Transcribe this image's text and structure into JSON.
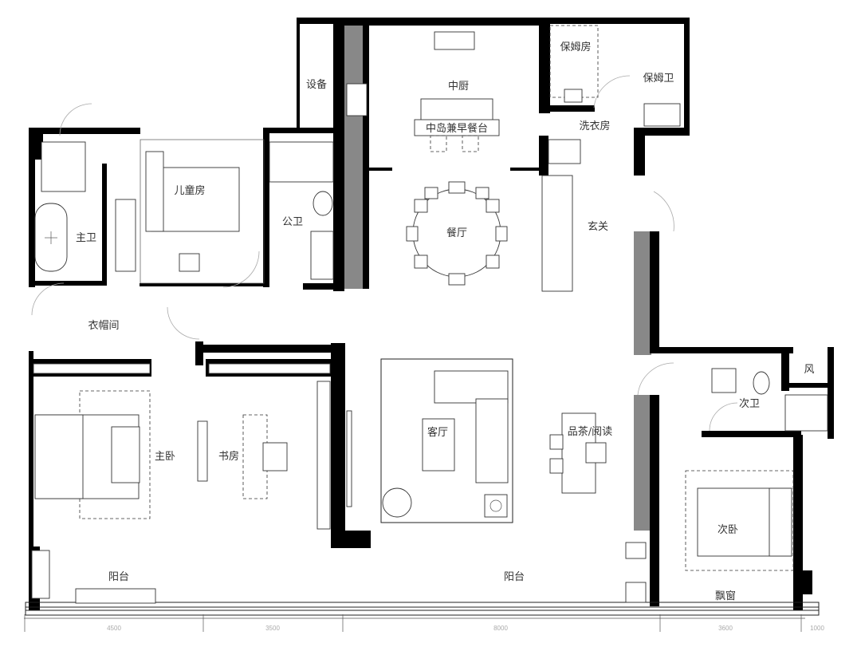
{
  "rooms": {
    "equipment": "设备",
    "kitchen": "中厨",
    "maid_room": "保姆房",
    "maid_bath": "保姆卫",
    "island": "中岛兼早餐台",
    "laundry": "洗衣房",
    "kids_room": "儿童房",
    "public_bath": "公卫",
    "master_bath": "主卫",
    "dining": "餐厅",
    "foyer": "玄关",
    "cloakroom": "衣帽间",
    "vent": "风",
    "second_bath": "次卫",
    "living": "客厅",
    "tea_reading": "品茶/阅读",
    "master_bed": "主卧",
    "study": "书房",
    "second_bed": "次卧",
    "balcony_left": "阳台",
    "balcony_main": "阳台",
    "bay_window": "飘窗"
  },
  "dimensions": [
    "4500",
    "3500",
    "8000",
    "3600",
    "1000"
  ]
}
